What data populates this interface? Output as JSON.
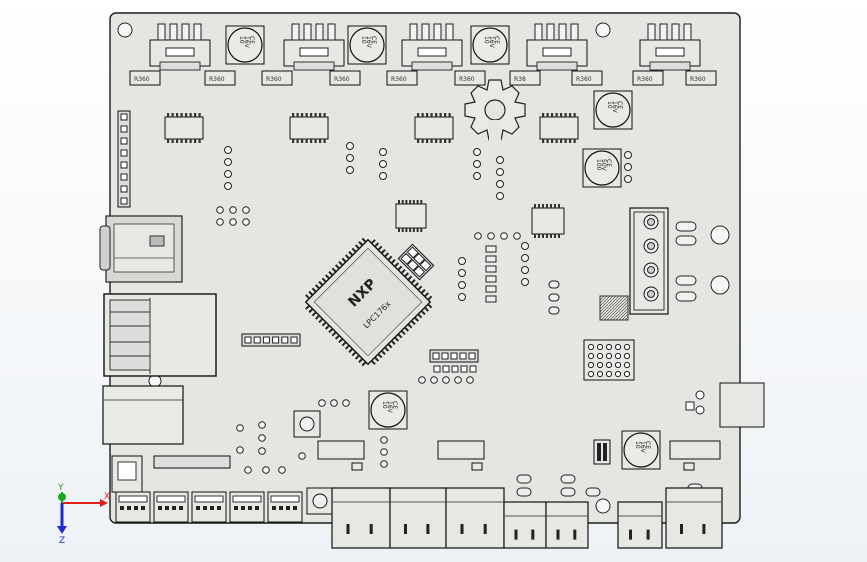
{
  "view": {
    "axis_labels": {
      "x": "X",
      "y": "Y",
      "z": "Z"
    },
    "colors": {
      "board": "#e4e6e2",
      "outline": "#1c1c1c",
      "axis_x": "#e0201c",
      "axis_y": "#1aa81a",
      "axis_z": "#1c2ad8"
    }
  },
  "board": {
    "mcu_logo": "NXP",
    "mcu_part": "LPC176x",
    "resistor_label": "R360",
    "resistor_label_alt": "R38",
    "cap_label_lines": [
      "10",
      "16V",
      "CE"
    ],
    "cap_label_lines_alt": [
      "100",
      "50V",
      "CE"
    ]
  }
}
